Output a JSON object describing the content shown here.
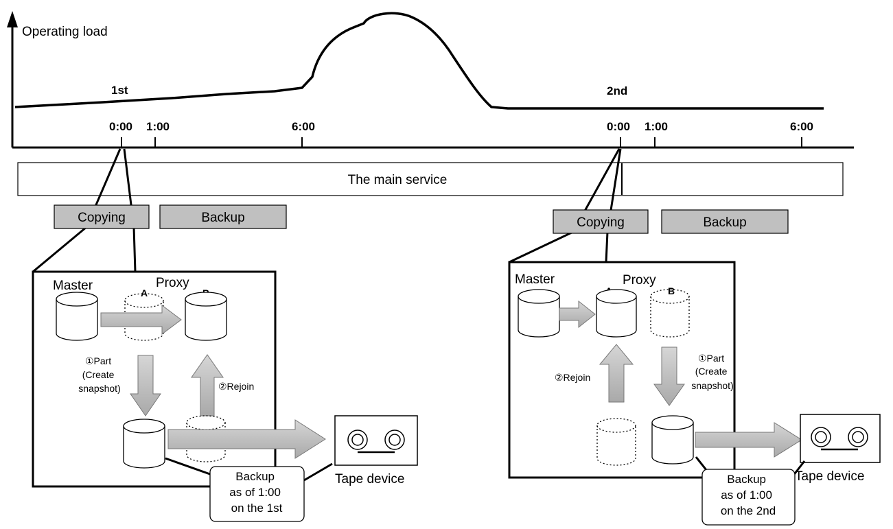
{
  "chart": {
    "y_axis_label": "Operating load",
    "day_labels": [
      "1st",
      "2nd"
    ],
    "ticks": [
      "0:00",
      "1:00",
      "6:00",
      "0:00",
      "1:00",
      "6:00"
    ]
  },
  "main_service_label": "The main service",
  "left_panel": {
    "copying_label": "Copying",
    "backup_label": "Backup",
    "master_label": "Master",
    "proxy_label": "Proxy",
    "disk_a_label": "A",
    "disk_b_label": "B",
    "part_lines": [
      "①Part",
      "(Create",
      "snapshot)"
    ],
    "rejoin_label": "②Rejoin",
    "tape_label": "Tape device",
    "callout_lines": [
      "Backup",
      "as of 1:00",
      "on the 1st"
    ]
  },
  "right_panel": {
    "copying_label": "Copying",
    "backup_label": "Backup",
    "master_label": "Master",
    "proxy_label": "Proxy",
    "disk_a_label": "A",
    "disk_b_label": "B",
    "part_lines": [
      "①Part",
      "(Create",
      "snapshot)"
    ],
    "rejoin_label": "②Rejoin",
    "tape_label": "Tape device",
    "callout_lines": [
      "Backup",
      "as of 1:00",
      "on the 2nd"
    ]
  }
}
